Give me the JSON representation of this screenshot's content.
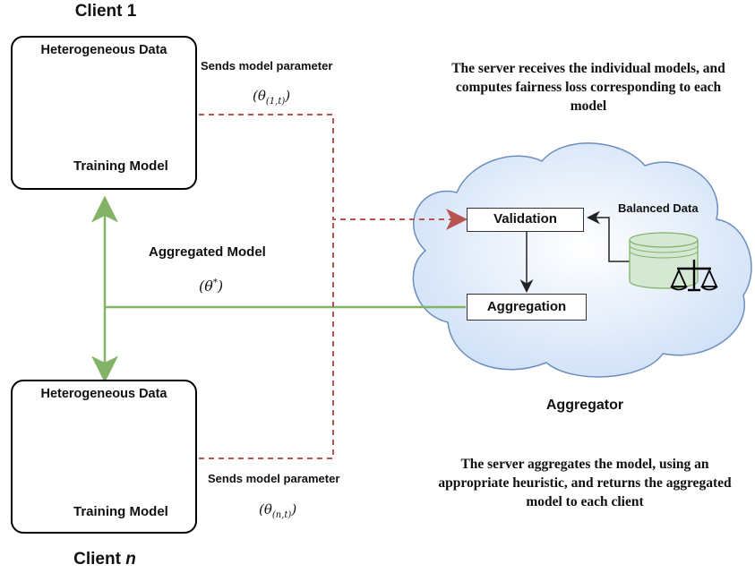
{
  "client1": {
    "title": "Client 1",
    "data_label": "Heterogeneous Data",
    "model_label": "Training Model",
    "sends_label": "Sends model parameter",
    "param_symbol": "θ",
    "param_sub": "(1,t)"
  },
  "clientn": {
    "title_prefix": "Client ",
    "title_italic": "n",
    "data_label": "Heterogeneous Data",
    "model_label": "Training Model",
    "sends_label": "Sends model parameter",
    "param_symbol": "θ",
    "param_sub": "(n,t)"
  },
  "aggregated": {
    "label": "Aggregated Model",
    "symbol": "θ",
    "sup": "*"
  },
  "server": {
    "note_top": "The server receives the individual models, and computes fairness loss corresponding to each model",
    "note_bottom": "The server aggregates the model, using an appropriate heuristic, and returns the aggregated model to each client",
    "validation_label": "Validation",
    "aggregation_label": "Aggregation",
    "balanced_label": "Balanced Data",
    "aggregator_label": "Aggregator"
  },
  "colors": {
    "green": "#82b366",
    "red_dashed": "#b85450",
    "db_red_fill": "#f8cecc",
    "db_red_stroke": "#b85450",
    "db_green_fill": "#d5e8d4",
    "cloud_fill": "#dae8fc",
    "brain": "#2e8b6e"
  },
  "icons": [
    "database-scale-icon",
    "brain-circuit-icon",
    "balanced-database-icon",
    "cloud-shape"
  ]
}
